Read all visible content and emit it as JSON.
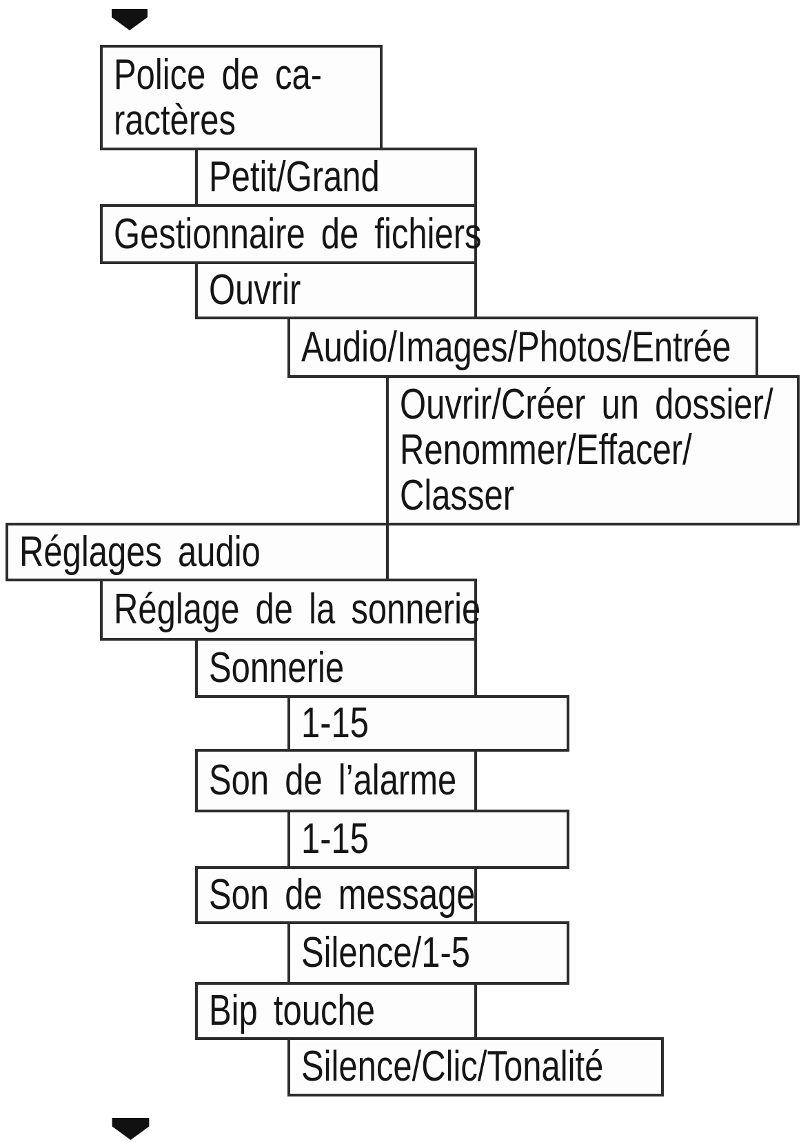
{
  "page": {
    "background": "#ffffff",
    "line_color": "#2d2d2d",
    "text_color": "#151515",
    "arrow_color": "#111111"
  },
  "diagram": {
    "type": "phone-menu-tree",
    "continuation_arrows": {
      "top": "down-arrow",
      "bottom": "down-arrow"
    },
    "nodes": [
      {
        "label": "Police de ca-\nractères",
        "level": 1
      },
      {
        "label": "Petit/Grand",
        "level": 2
      },
      {
        "label": "Gestionnaire de fichiers",
        "level": 1
      },
      {
        "label": "Ouvrir",
        "level": 2
      },
      {
        "label": "Audio/Images/Photos/Entrée",
        "level": 3
      },
      {
        "label": "Ouvrir/Créer un dossier/\nRenommer/Effacer/\nClasser",
        "level": 4
      },
      {
        "label": "Réglages audio",
        "level": 0
      },
      {
        "label": "Réglage de la sonnerie",
        "level": 1
      },
      {
        "label": "Sonnerie",
        "level": 2
      },
      {
        "label": "1-15",
        "level": 3
      },
      {
        "label": "Son de l’alarme",
        "level": 2
      },
      {
        "label": "1-15",
        "level": 3
      },
      {
        "label": "Son de message",
        "level": 2
      },
      {
        "label": "Silence/1-5",
        "level": 3
      },
      {
        "label": "Bip touche",
        "level": 2
      },
      {
        "label": "Silence/Clic/Tonalité",
        "level": 3
      }
    ]
  }
}
